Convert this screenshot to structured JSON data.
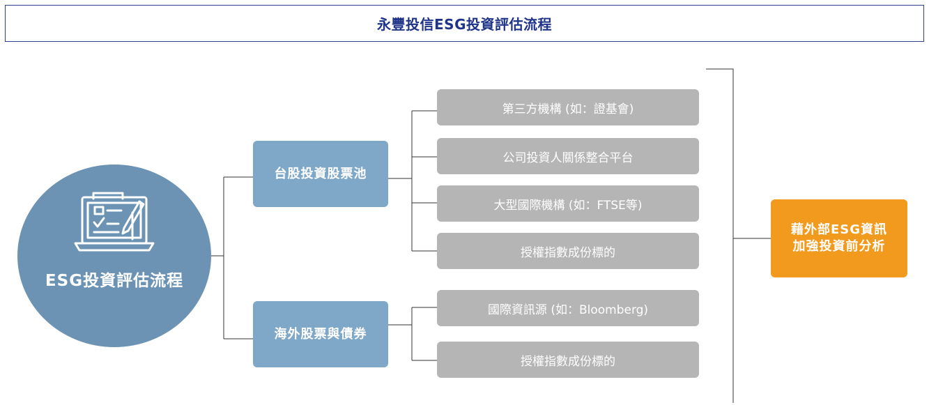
{
  "title": "永豐投信ESG投資評估流程",
  "root": {
    "label": "ESG投資評估流程",
    "icon": "checklist-laptop-icon"
  },
  "categories": [
    {
      "label": "台股投資股票池",
      "sources": [
        "第三方機構 (如：證基會)",
        "公司投資人關係整合平台",
        "大型國際機構 (如：FTSE等)",
        "授權指數成份標的"
      ]
    },
    {
      "label": "海外股票與債券",
      "sources": [
        "國際資訊源 (如：Bloomberg)",
        "授權指數成份標的"
      ]
    }
  ],
  "outcome": {
    "label": "藉外部ESG資訊加強投資前分析"
  },
  "colors": {
    "title_text": "#1f3488",
    "title_border": "#2f3f8f",
    "root_fill": "#6c93b3",
    "category_fill": "#7fa7c7",
    "source_fill": "#b5b5b5",
    "outcome_fill": "#f29a1d",
    "line": "#333333"
  }
}
